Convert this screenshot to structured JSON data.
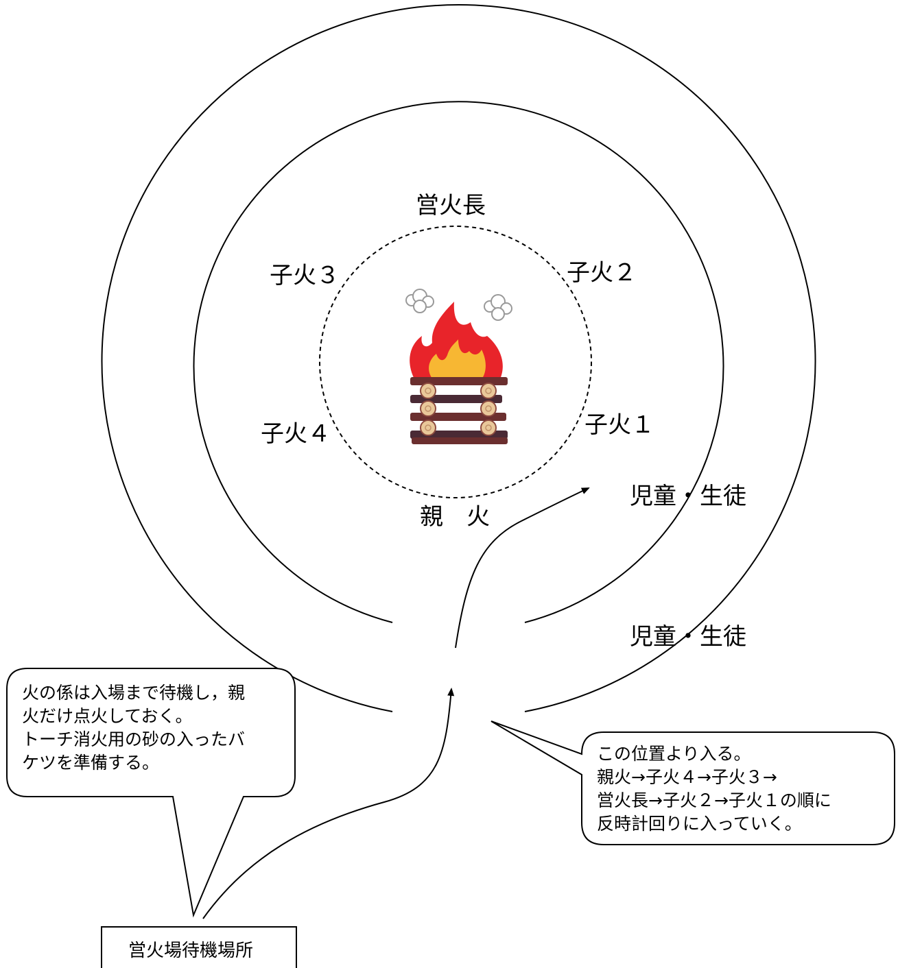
{
  "positions": {
    "leader": "営火長",
    "child2": "子火２",
    "child3": "子火３",
    "child1": "子火１",
    "child4": "子火４",
    "parent": "親　火"
  },
  "students": {
    "inner": "児童・生徒",
    "outer": "児童・生徒"
  },
  "callout_left": {
    "lines": [
      "火の係は入場まで待機し，親",
      "火だけ点火しておく。",
      "トーチ消火用の砂の入ったバ",
      "ケツを準備する。"
    ]
  },
  "callout_right": {
    "lines": [
      "この位置より入る。",
      "親火→子火４→子火３→",
      "営火長→子火２→子火１の順に",
      "反時計回りに入っていく。"
    ]
  },
  "waiting_area": {
    "label": "営火場待機場所"
  },
  "colors": {
    "flame_outer": "#e8242a",
    "flame_inner": "#f7b733",
    "log_dark": "#6b2f2f",
    "log_light": "#8c4a3f",
    "log_end": "#e9c89a",
    "smoke": "#ffffff"
  },
  "icons": {
    "fire": "campfire-icon"
  }
}
